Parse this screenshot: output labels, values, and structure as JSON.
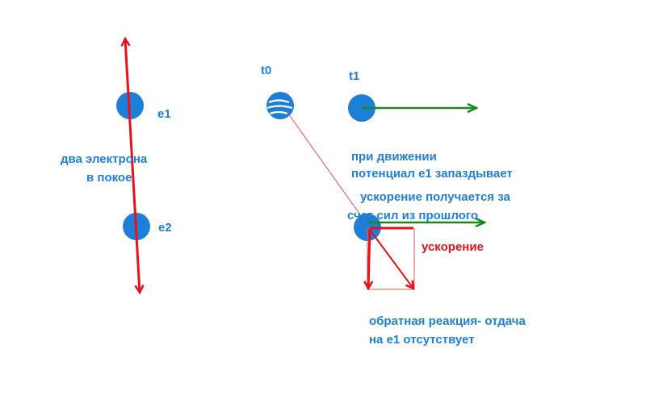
{
  "colors": {
    "electron": "#1e7fd8",
    "text": "#1e7fd8",
    "red": "#e8101a",
    "green": "#1a8a1a",
    "thin_red": "#e85050"
  },
  "labels": {
    "e1": "е1",
    "e2": "е2",
    "t0": "t0",
    "t1": "t1",
    "rest_line1": "два электрона",
    "rest_line2": "в покое",
    "lag_line1": "при движении",
    "lag_line2": "потенциал е1 запаздывает",
    "accel_note_line1": "ускорение получается за",
    "accel_note_line2": "счет сил из прошлого",
    "acceleration": "ускорение",
    "reaction_line1": "обратная реакция- отдача",
    "reaction_line2": "на е1 отсутствует"
  }
}
